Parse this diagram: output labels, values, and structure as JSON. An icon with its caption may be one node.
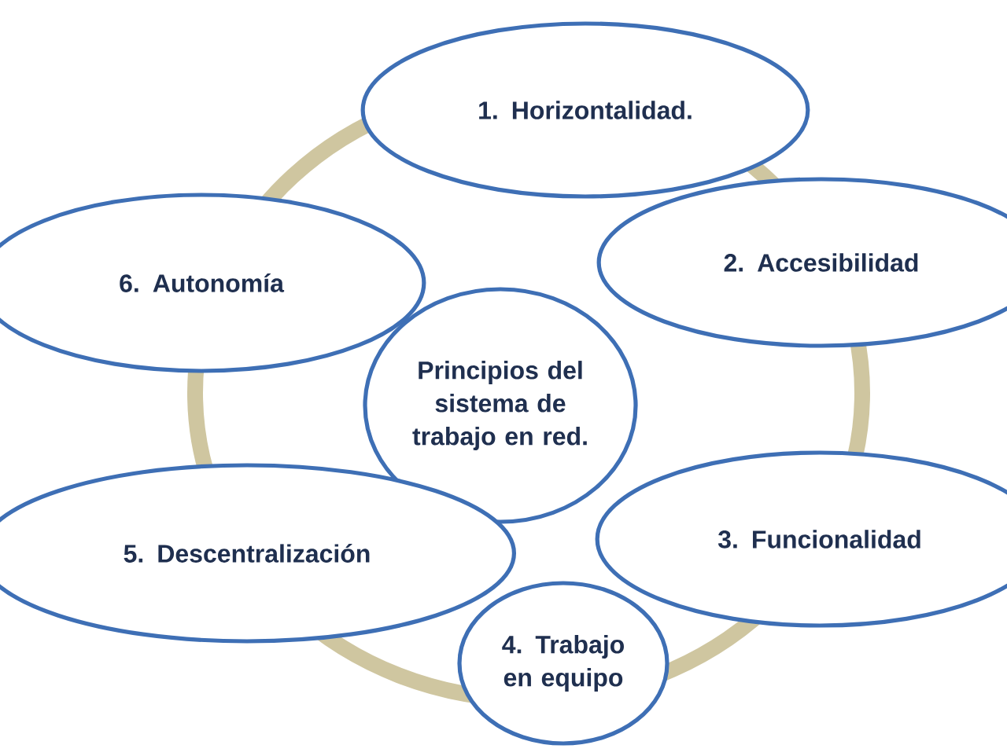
{
  "diagram": {
    "nodes": [
      {
        "text": [
          "Principios del sistema de trabajo en red."
        ]
      },
      {
        "text": [
          "1. Horizontalidad."
        ]
      },
      {
        "text": [
          "2. Accesibilidad"
        ]
      },
      {
        "text": [
          "3. Funcionalidad"
        ]
      },
      {
        "text": [
          "4. Trabajo en equipo"
        ]
      },
      {
        "text": [
          "5. Descentralización"
        ]
      },
      {
        "text": [
          "6. Autonomía"
        ]
      }
    ]
  }
}
